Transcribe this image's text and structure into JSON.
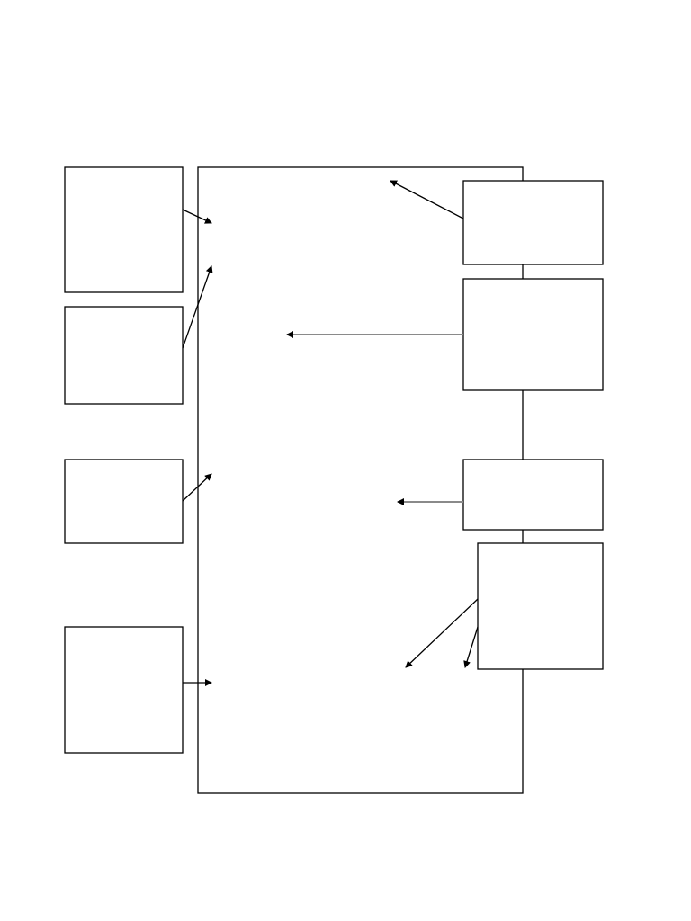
{
  "diagram": {
    "colors": {
      "stroke": "#000000",
      "gray_arrow": "#8a8a8a",
      "background": "#ffffff"
    },
    "center_frame": {
      "label": ""
    },
    "callouts": {
      "left": [
        {
          "id": "left-1",
          "label": ""
        },
        {
          "id": "left-2",
          "label": ""
        },
        {
          "id": "left-3",
          "label": ""
        },
        {
          "id": "left-4",
          "label": ""
        }
      ],
      "right": [
        {
          "id": "right-1",
          "label": ""
        },
        {
          "id": "right-2",
          "label": ""
        },
        {
          "id": "right-3",
          "label": ""
        },
        {
          "id": "right-4",
          "label": ""
        }
      ]
    }
  }
}
